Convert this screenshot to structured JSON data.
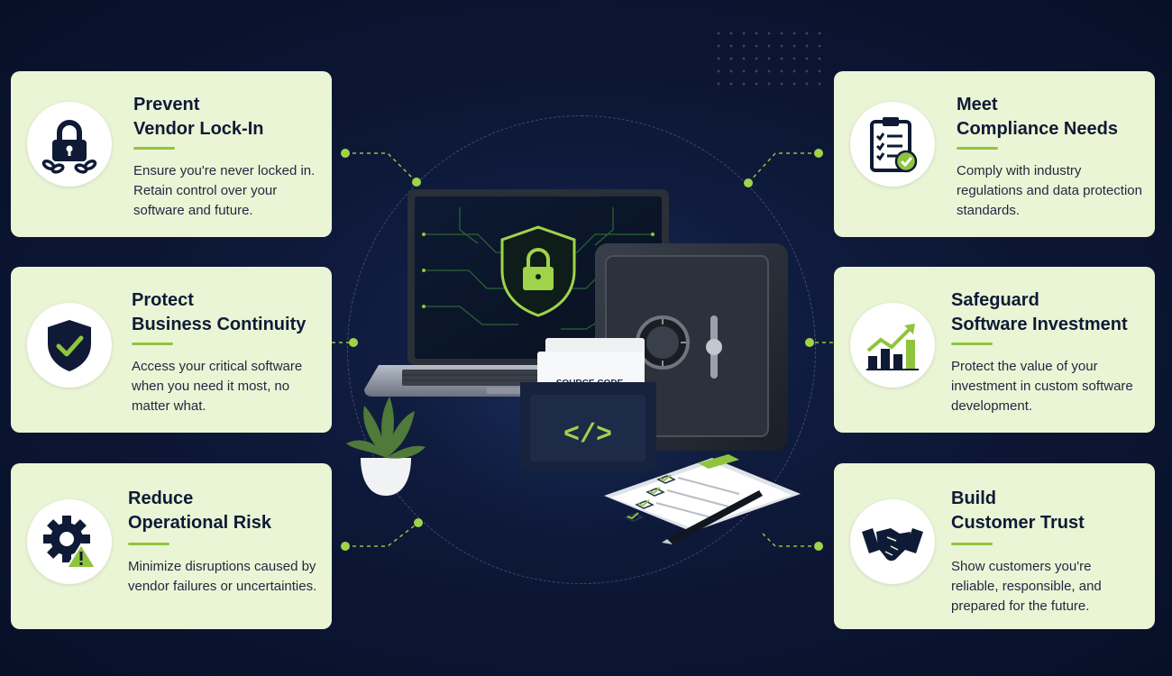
{
  "cards": [
    {
      "title": "Prevent\nVendor Lock-In",
      "desc": "Ensure you're never locked in. Retain control over your software and future.",
      "icon": "padlock-chain-icon"
    },
    {
      "title": "Protect\nBusiness Continuity",
      "desc": "Access your critical software when you need it most, no matter what.",
      "icon": "shield-check-icon"
    },
    {
      "title": "Reduce\nOperational Risk",
      "desc": "Minimize disruptions caused by vendor failures or uncertainties.",
      "icon": "gear-warning-icon"
    },
    {
      "title": "Meet\nCompliance Needs",
      "desc": "Comply with industry regulations and data protection standards.",
      "icon": "clipboard-check-icon"
    },
    {
      "title": "Safeguard\nSoftware Investment",
      "desc": "Protect the value of your investment in custom software development.",
      "icon": "growth-chart-icon"
    },
    {
      "title": "Build\nCustomer Trust",
      "desc": "Show customers you're reliable, responsible, and prepared for the future.",
      "icon": "handshake-icon"
    }
  ],
  "scene": {
    "folder_label": "SOURCE CODE",
    "code_symbol": "</>"
  },
  "colors": {
    "background": "#0c1634",
    "card": "#eaf5d5",
    "accent": "#8fc43e",
    "navy": "#0f1a36"
  }
}
